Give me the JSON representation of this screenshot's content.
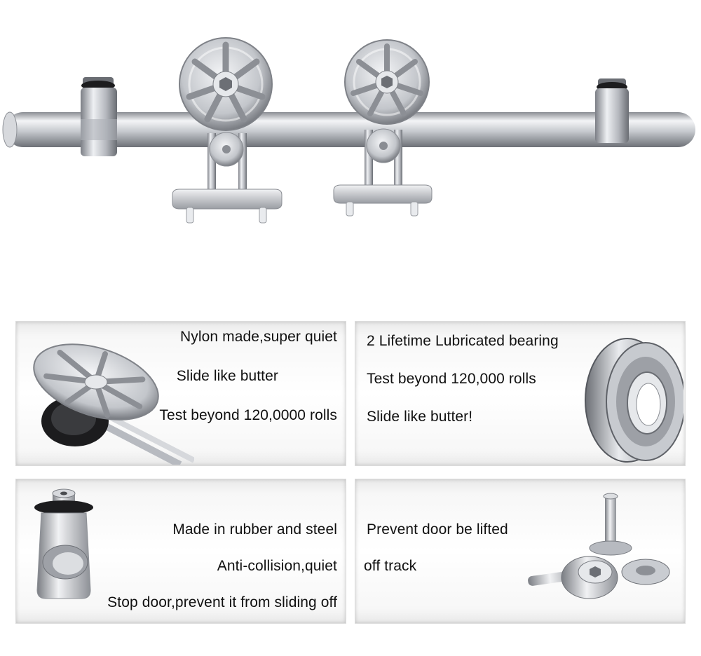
{
  "panels": {
    "wheel": {
      "lines": [
        "Nylon made,super quiet",
        "Slide like butter",
        "Test beyond 120,0000 rolls"
      ]
    },
    "bearing": {
      "lines": [
        "2 Lifetime Lubricated bearing",
        "Test beyond 120,000 rolls",
        "Slide like butter!"
      ]
    },
    "stopper": {
      "lines": [
        "Made in rubber and steel",
        "Anti-collision,quiet",
        "Stop door,prevent it from sliding off"
      ]
    },
    "anti_jump": {
      "lines": [
        "Prevent door be lifted",
        "off track"
      ]
    }
  },
  "colors": {
    "steel_light": "#f2f3f5",
    "steel_mid": "#b9bcc2",
    "steel_dark": "#6f737a",
    "rubber": "#1c1c1e"
  }
}
